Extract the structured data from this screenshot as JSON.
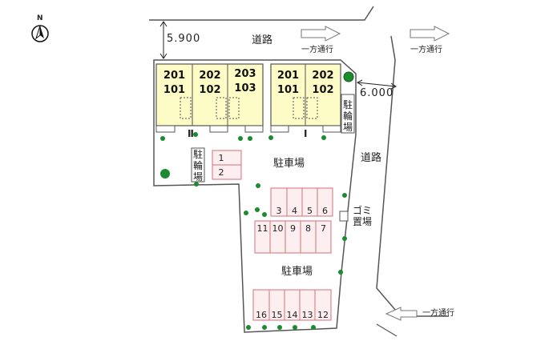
{
  "compass": {
    "letter": "N"
  },
  "road_top": {
    "label": "道路",
    "width_label": "5.900"
  },
  "road_right": {
    "label": "道路",
    "width_label": "6.000"
  },
  "one_way": {
    "top_center": "一方通行",
    "top_right": "一方通行",
    "bottom": "一方通行"
  },
  "building_2": {
    "name": "Ⅱ",
    "units": [
      {
        "top": "201",
        "bottom": "101"
      },
      {
        "top": "202",
        "bottom": "102"
      },
      {
        "top": "203",
        "bottom": "103"
      }
    ]
  },
  "building_1": {
    "name": "Ⅰ",
    "units": [
      {
        "top": "201",
        "bottom": "101"
      },
      {
        "top": "202",
        "bottom": "102"
      }
    ]
  },
  "bike_parking": {
    "left": "駐輪場",
    "right": "駐輪場"
  },
  "garbage": {
    "label": "ゴミ置場"
  },
  "parking": {
    "label_upper": "駐車場",
    "label_lower": "駐車場",
    "spaces_left": [
      "1",
      "2"
    ],
    "spaces_row1": [
      "3",
      "4",
      "5",
      "6"
    ],
    "spaces_row2": [
      "11",
      "10",
      "9",
      "8",
      "7"
    ],
    "spaces_row3": [
      "16",
      "15",
      "14",
      "13",
      "12"
    ]
  },
  "colors": {
    "building": "#fdfcc7",
    "lot_outline": "#555555",
    "parking_outline": "#d4707a",
    "parking_fill": "#fdeef0",
    "tree": "#1c8a2e"
  }
}
